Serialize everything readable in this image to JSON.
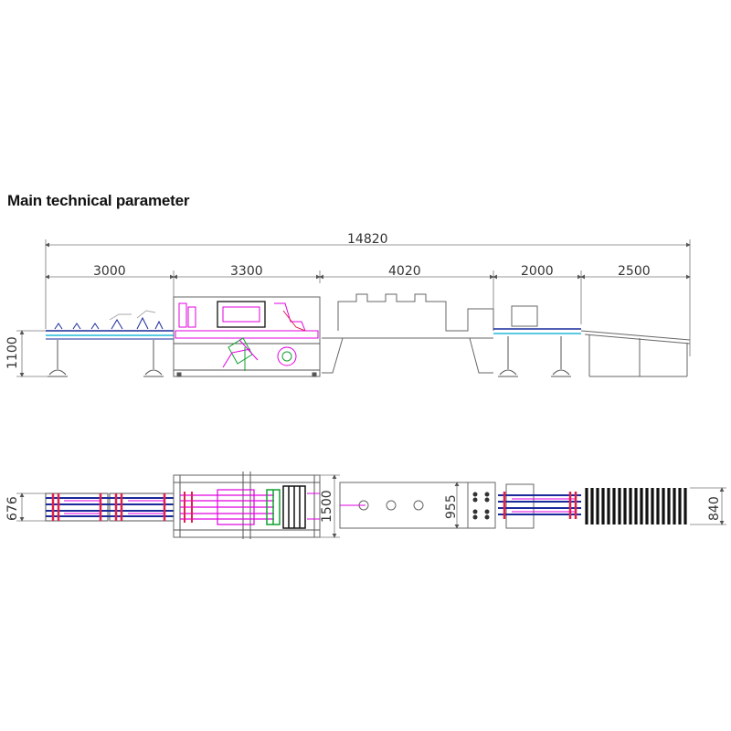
{
  "heading": "Main technical parameter",
  "dimensions": {
    "total_length": "14820",
    "section_1": "3000",
    "section_2": "3300",
    "section_3": "4020",
    "section_4": "2000",
    "section_5": "2500",
    "side_height": "1100",
    "width_infeed": "676",
    "width_wrapper": "1500",
    "width_tunnel": "955",
    "width_outfeed": "840"
  },
  "colors": {
    "line": "#555555",
    "magenta": "#e000e0",
    "red": "#e0204a",
    "blue": "#1a2a9a",
    "cyan": "#20b8d8",
    "green": "#10a030",
    "black": "#111111"
  }
}
